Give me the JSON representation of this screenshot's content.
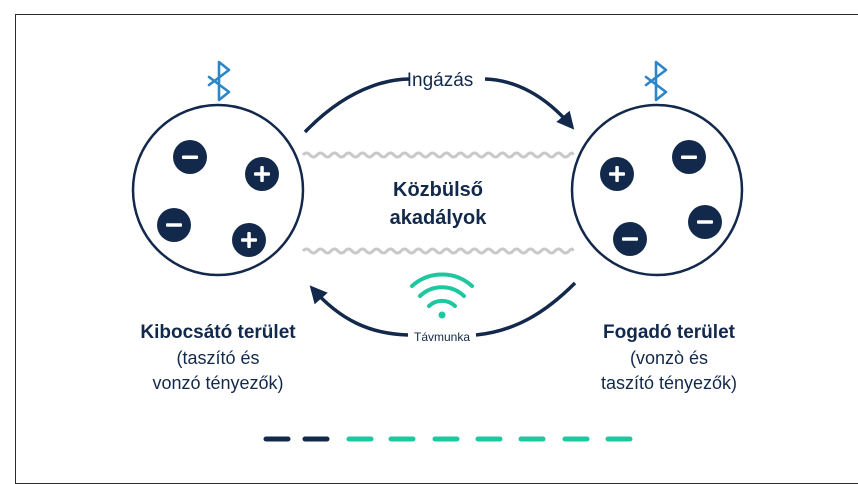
{
  "top_arrow_label": "Ingázás",
  "bottom_arrow_label": "Távmunka",
  "middle_label": {
    "line1": "Közbülső",
    "line2": "akadályok"
  },
  "left_circle": {
    "title": "Kibocsátó terület",
    "desc_line1": "(taszító és",
    "desc_line2": "vonzó tényezők)",
    "signs": [
      "−",
      "+",
      "−",
      "+"
    ]
  },
  "right_circle": {
    "title": "Fogadó terület",
    "desc_line1": "(vonzò és",
    "desc_line2": "taszító tényezők)",
    "signs": [
      "+",
      "−",
      "−",
      "−"
    ]
  },
  "icons": {
    "left": "bluetooth-icon",
    "right": "bluetooth-icon",
    "bottom": "wifi-icon"
  },
  "colors": {
    "navy": "#13294b",
    "blue": "#2c86c7",
    "teal": "#1ec7a0",
    "wave": "#c9c9c9"
  }
}
